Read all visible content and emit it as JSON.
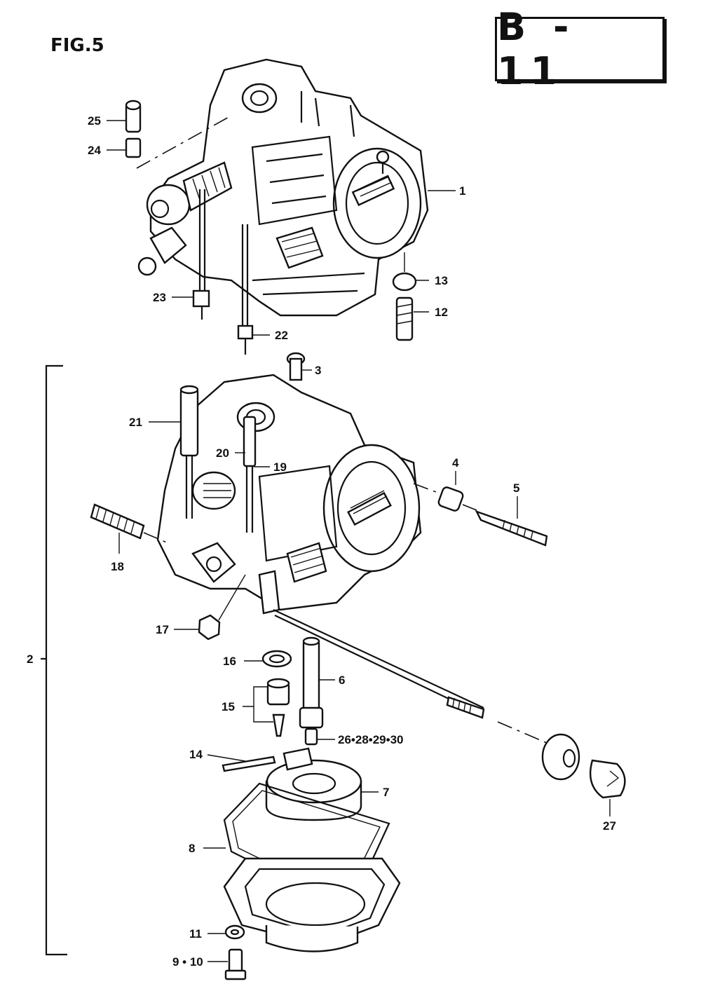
{
  "figure": {
    "title": "FIG.5",
    "page_code": "B - 11"
  },
  "callouts": {
    "c1": "1",
    "c2": "2",
    "c3": "3",
    "c4": "4",
    "c5": "5",
    "c6": "6",
    "c7": "7",
    "c8": "8",
    "c9_10": "9 • 10",
    "c11": "11",
    "c12": "12",
    "c13": "13",
    "c14": "14",
    "c15": "15",
    "c16": "16",
    "c17": "17",
    "c18": "18",
    "c19": "19",
    "c20": "20",
    "c21": "21",
    "c22": "22",
    "c23": "23",
    "c24": "24",
    "c25": "25",
    "c26_30": "26•28•29•30",
    "c27": "27"
  }
}
